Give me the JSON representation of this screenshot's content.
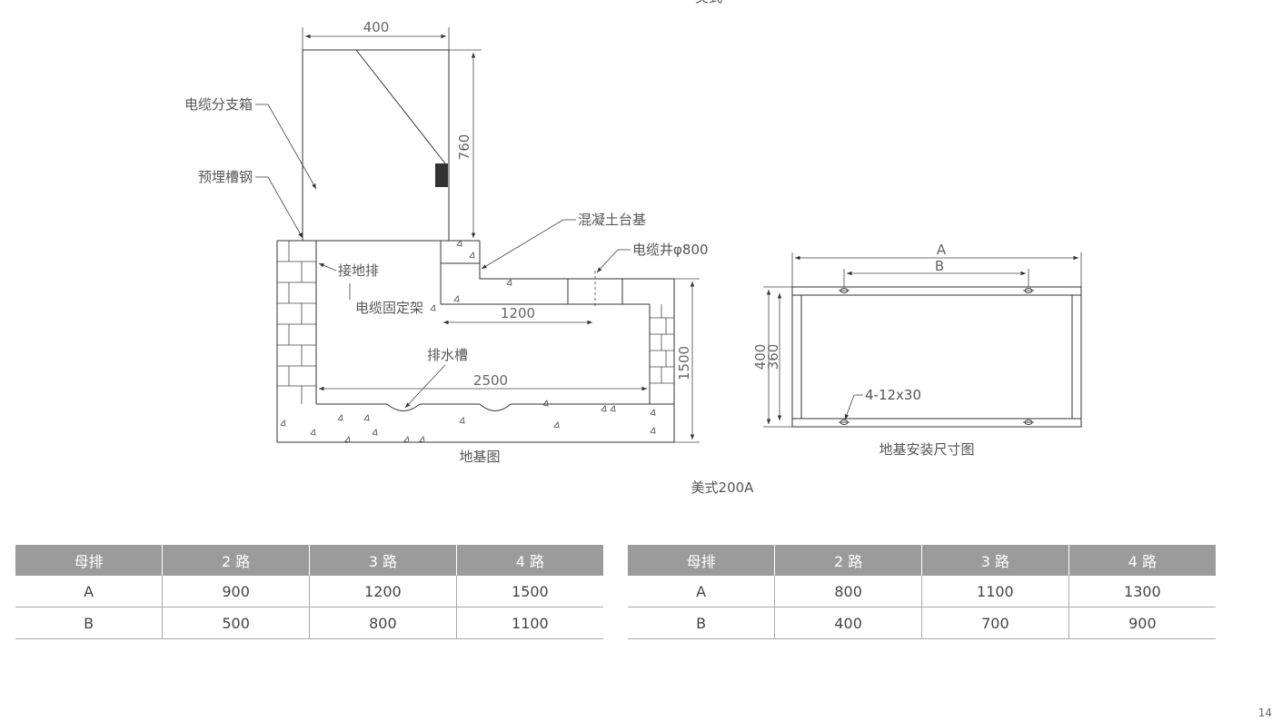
{
  "diagram": {
    "top_title": "美式",
    "labels": {
      "cable_branch_box": "电缆分支箱",
      "embedded_channel_steel": "预埋槽钢",
      "concrete_base": "混凝土台基",
      "cable_well": "电缆井φ800",
      "grounding_bar": "接地排",
      "cable_fixing_frame": "电缆固定架",
      "drainage_trough": "排水槽",
      "bolt_holes": "4-12x30"
    },
    "dimensions": {
      "box_width": "400",
      "box_height": "760",
      "pit_width": "1200",
      "base_width": "2500",
      "base_height": "1500",
      "dim_a": "A",
      "dim_b": "B",
      "plan_outer": "400",
      "plan_inner": "360"
    },
    "captions": {
      "foundation": "地基图",
      "installation": "地基安装尺寸图",
      "model": "美式200A"
    }
  },
  "tables": [
    {
      "headers": [
        "母排",
        "2 路",
        "3 路",
        "4 路"
      ],
      "rows": [
        [
          "A",
          "900",
          "1200",
          "1500"
        ],
        [
          "B",
          "500",
          "800",
          "1100"
        ]
      ]
    },
    {
      "headers": [
        "母排",
        "2 路",
        "3 路",
        "4 路"
      ],
      "rows": [
        [
          "A",
          "800",
          "1100",
          "1300"
        ],
        [
          "B",
          "400",
          "700",
          "900"
        ]
      ]
    }
  ],
  "page_number": "14",
  "colors": {
    "header_bg": "#9b9b9b",
    "line": "#333333",
    "text": "#555555"
  }
}
